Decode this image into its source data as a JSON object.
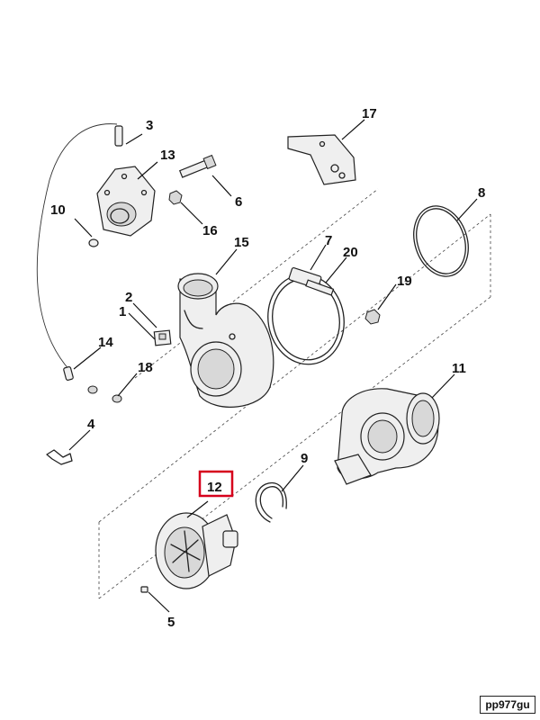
{
  "callouts": {
    "c1": "1",
    "c2": "2",
    "c3": "3",
    "c4": "4",
    "c5": "5",
    "c6": "6",
    "c7": "7",
    "c8": "8",
    "c9": "9",
    "c10": "10",
    "c11": "11",
    "c12": "12",
    "c13": "13",
    "c14": "14",
    "c15": "15",
    "c16": "16",
    "c17": "17",
    "c18": "18",
    "c19": "19",
    "c20": "20"
  },
  "highlighted_callout": "12",
  "highlight_color": "#d6001c",
  "document_id": "pp977gu"
}
